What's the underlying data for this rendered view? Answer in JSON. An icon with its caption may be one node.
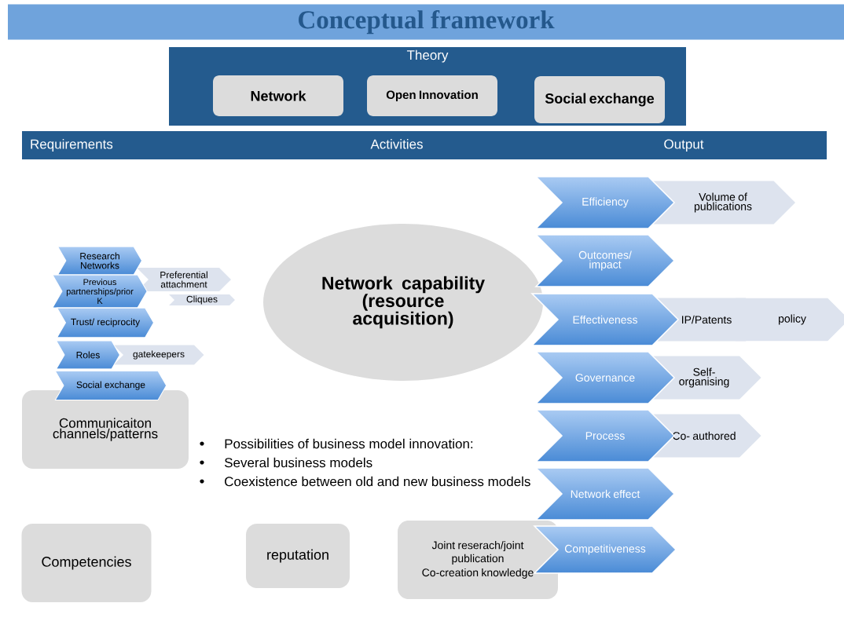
{
  "diagram": {
    "title": "Conceptual framework",
    "nodes": [
      {
        "text": [
          "Theory"
        ]
      },
      {
        "text": [
          "Network"
        ],
        "in": 0
      },
      {
        "text": [
          "Open Innovation"
        ],
        "in": 0
      },
      {
        "text": [
          "Social exchange"
        ],
        "in": 0
      },
      {
        "text": [
          "Requirements",
          "Activities",
          "Output"
        ]
      },
      {
        "text": [
          "Research Networks"
        ]
      },
      {
        "text": [
          "Previous partnerships/prior K"
        ]
      },
      {
        "text": [
          "Preferential attachment"
        ]
      },
      {
        "text": [
          "Cliques"
        ]
      },
      {
        "text": [
          "Trust/ reciprocity"
        ]
      },
      {
        "text": [
          "Roles"
        ]
      },
      {
        "text": [
          "gatekeepers"
        ]
      },
      {
        "text": [
          "Social exchange"
        ]
      },
      {
        "text": [
          "Communicaiton channels/patterns"
        ]
      },
      {
        "text": [
          "Network capability (resource acquisition)"
        ]
      },
      {
        "text": [
          "Efficiency"
        ]
      },
      {
        "text": [
          "Volume of publications"
        ]
      },
      {
        "text": [
          "Outcomes/ impact"
        ]
      },
      {
        "text": [
          "Effectiveness"
        ]
      },
      {
        "text": [
          "IP/Patents"
        ]
      },
      {
        "text": [
          "policy"
        ]
      },
      {
        "text": [
          "Governance"
        ]
      },
      {
        "text": [
          "Self- organising"
        ]
      },
      {
        "text": [
          "Process"
        ]
      },
      {
        "text": [
          "Co- authored"
        ]
      },
      {
        "text": [
          "Network effect"
        ]
      },
      {
        "text": [
          "Competitiveness"
        ]
      },
      {
        "text": [
          "Competencies"
        ]
      },
      {
        "text": [
          "reputation"
        ]
      },
      {
        "text": [
          "Joint reserach/joint publication",
          "Co-creation knowledge"
        ]
      }
    ],
    "labels": [
      "Possibilities of business model innovation:",
      "Several business models",
      "Coexistence between old and new business models"
    ]
  }
}
